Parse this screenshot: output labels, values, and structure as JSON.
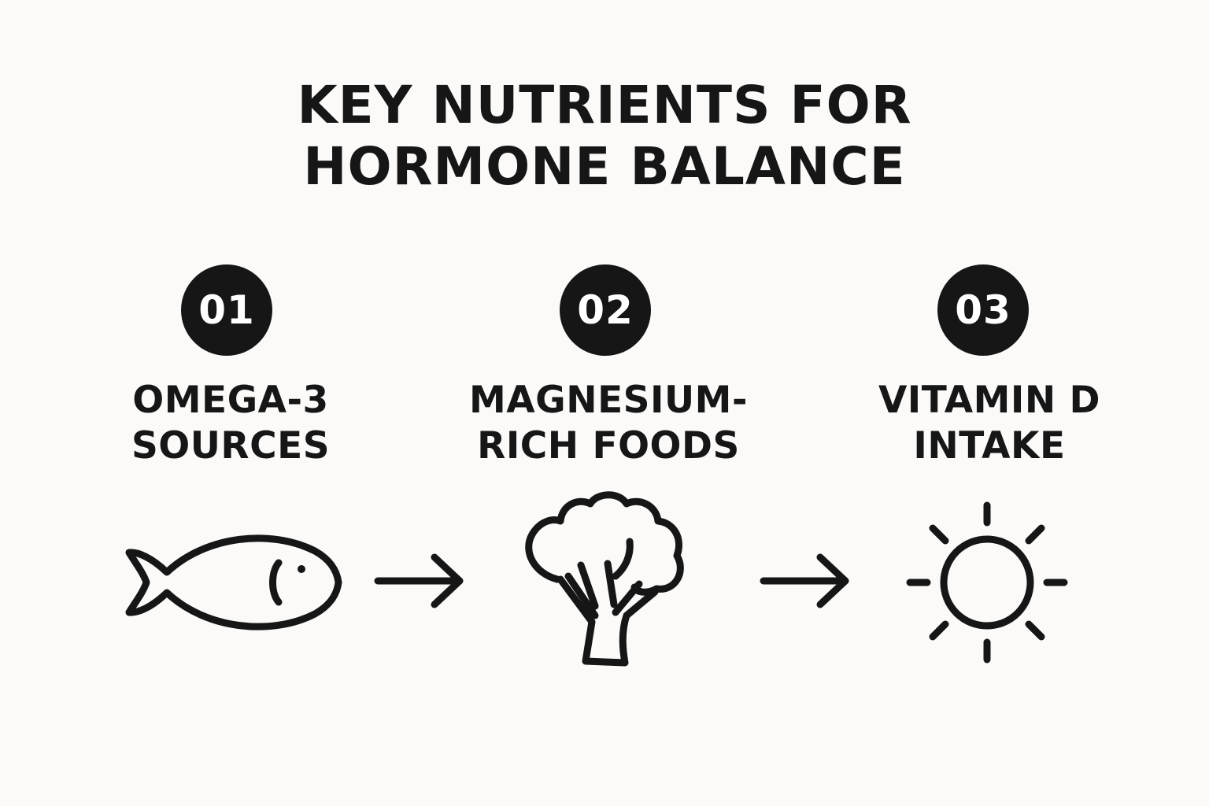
{
  "title": {
    "line1": "KEY NUTRIENTS FOR",
    "line2": "HORMONE BALANCE"
  },
  "steps": [
    {
      "number": "01",
      "label_line1": "OMEGA-3",
      "label_line2": "SOURCES",
      "icon": "fish-icon"
    },
    {
      "number": "02",
      "label_line1": "MAGNESIUM-",
      "label_line2": "RICH FOODS",
      "icon": "broccoli-icon"
    },
    {
      "number": "03",
      "label_line1": "VITAMIN D",
      "label_line2": "INTAKE",
      "icon": "sun-icon"
    }
  ],
  "connectors": [
    "arrow-right-icon",
    "arrow-right-icon"
  ],
  "colors": {
    "background": "#fbfaf8",
    "ink": "#161616",
    "badge_text": "#ffffff"
  }
}
